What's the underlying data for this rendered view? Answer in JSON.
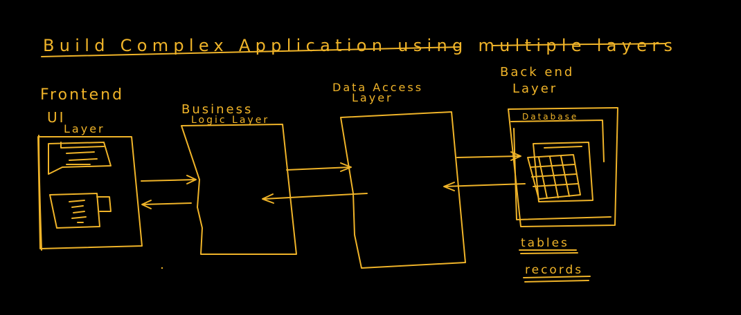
{
  "ink_color": "#f0b429",
  "background_color": "#000000",
  "title": "Build Complex Application using multiple layers",
  "layers": {
    "frontend": {
      "heading": "Frontend",
      "line1": "UI",
      "line2": "Layer"
    },
    "business": {
      "line1": "Business",
      "line2": "Logic Layer"
    },
    "data_access": {
      "line1": "Data Access",
      "line2": "Layer"
    },
    "backend": {
      "line1": "Back end",
      "line2": "Layer",
      "database_label": "Database",
      "notes": [
        "tables",
        "records"
      ]
    }
  }
}
